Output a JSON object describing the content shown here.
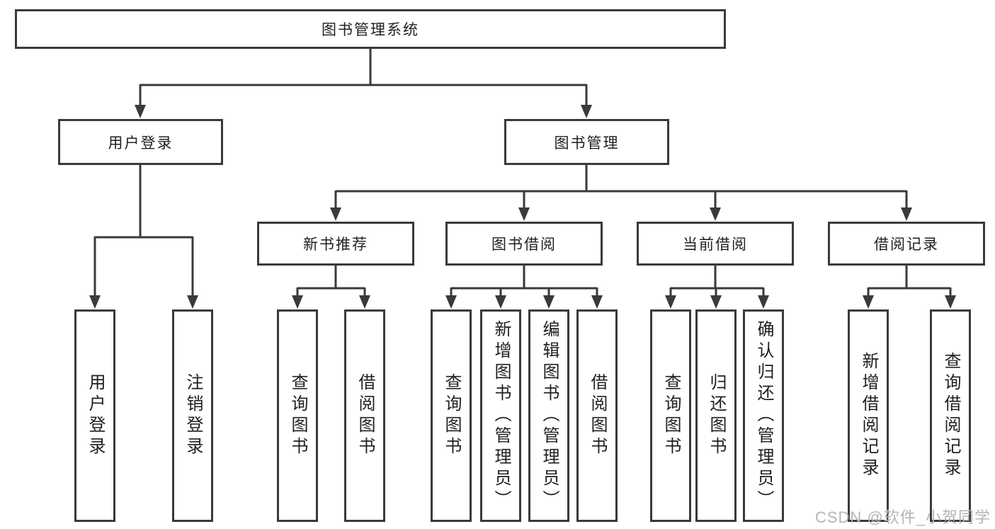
{
  "diagram": {
    "level1": "图书管理系统",
    "level2": [
      "用户登录",
      "图书管理"
    ],
    "level3": [
      "新书推荐",
      "图书借阅",
      "当前借阅",
      "借阅记录"
    ],
    "leaves": {
      "login": [
        "用户登录",
        "注销登录"
      ],
      "recommend": [
        "查询图书",
        "借阅图书"
      ],
      "borrow": [
        "查询图书",
        "新增图书（管理员）",
        "编辑图书（管理员）",
        "借阅图书"
      ],
      "current": [
        "查询图书",
        "归还图书",
        "确认归还（管理员）"
      ],
      "records": [
        "新增借阅记录",
        "查询借阅记录"
      ]
    }
  },
  "watermark": "CSDN @软件_小贺同学",
  "colors": {
    "line": "#3a3a3a",
    "text": "#1f1f1f",
    "watermark": "#b4b4b9",
    "background": "#ffffff"
  }
}
